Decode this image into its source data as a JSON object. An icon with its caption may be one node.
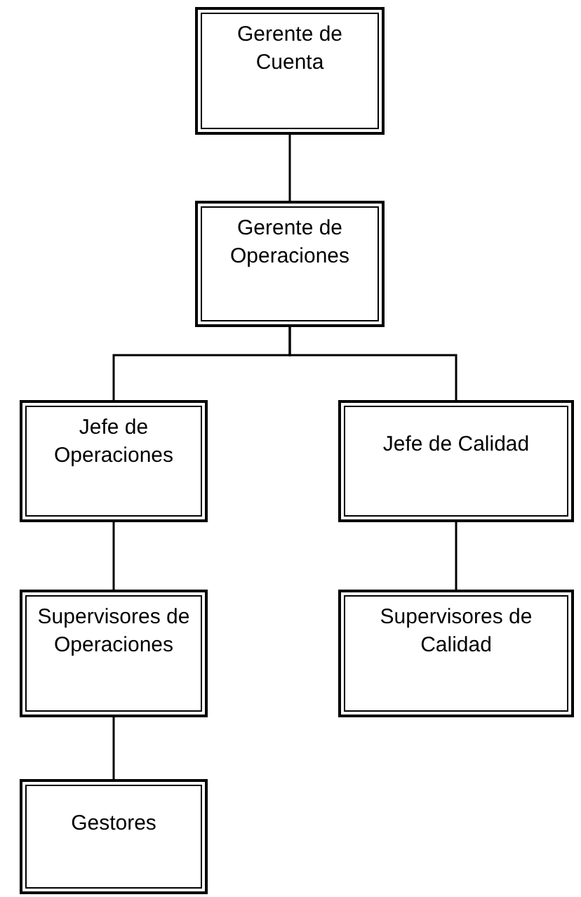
{
  "diagram": {
    "nodes": [
      {
        "text": [
          "Gerente de Cuenta"
        ]
      },
      {
        "text": [
          "Gerente de Operaciones"
        ]
      },
      {
        "text": [
          "Jefe de Operaciones"
        ]
      },
      {
        "text": [
          "Jefe de Calidad"
        ]
      },
      {
        "text": [
          "Supervisores de Operaciones"
        ]
      },
      {
        "text": [
          "Supervisores de Calidad"
        ]
      },
      {
        "text": [
          "Gestores"
        ]
      }
    ],
    "edges": [
      {
        "from": 0,
        "to": 1,
        "arrow": "none"
      },
      {
        "from": 1,
        "to": 2,
        "arrow": "none"
      },
      {
        "from": 1,
        "to": 3,
        "arrow": "none"
      },
      {
        "from": 2,
        "to": 4,
        "arrow": "none"
      },
      {
        "from": 3,
        "to": 5,
        "arrow": "none"
      },
      {
        "from": 4,
        "to": 6,
        "arrow": "none"
      }
    ]
  }
}
